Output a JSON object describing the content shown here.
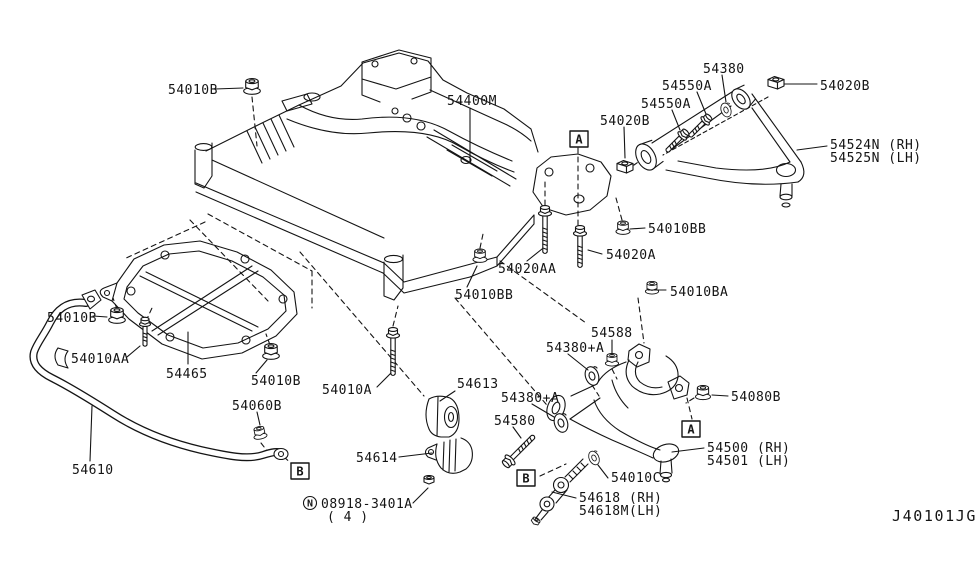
{
  "diagram": {
    "code": "J40101JG",
    "connectors": {
      "a": "A",
      "b": "B"
    },
    "note": {
      "prefix": "N",
      "number": "08918-3401A",
      "qty": "( 4 )"
    },
    "labels": {
      "p54010b_top": "54010B",
      "p54400m": "54400M",
      "p54380": "54380",
      "p54550a_1": "54550A",
      "p54550a_2": "54550A",
      "p54020b_left": "54020B",
      "p54020b_right": "54020B",
      "p54524n": "54524N (RH)",
      "p54525n": "54525N (LH)",
      "p54010bb_right": "54010BB",
      "p54020a": "54020A",
      "p54020aa": "54020AA",
      "p54010bb_left": "54010BB",
      "p54010ba": "54010BA",
      "p54010a": "54010A",
      "p54010b_left": "54010B",
      "p54010aa": "54010AA",
      "p54465": "54465",
      "p54010b_mid": "54010B",
      "p54060b": "54060B",
      "p54610": "54610",
      "p54613": "54613",
      "p54614": "54614",
      "p54588": "54588",
      "p54380a_1": "54380+A",
      "p54380a_2": "54380+A",
      "p54580": "54580",
      "p54080b": "54080B",
      "p54500": "54500 (RH)",
      "p54501": "54501 (LH)",
      "p54010c": "54010C",
      "p54618": "54618 (RH)",
      "p54618m": "54618M(LH)"
    }
  }
}
